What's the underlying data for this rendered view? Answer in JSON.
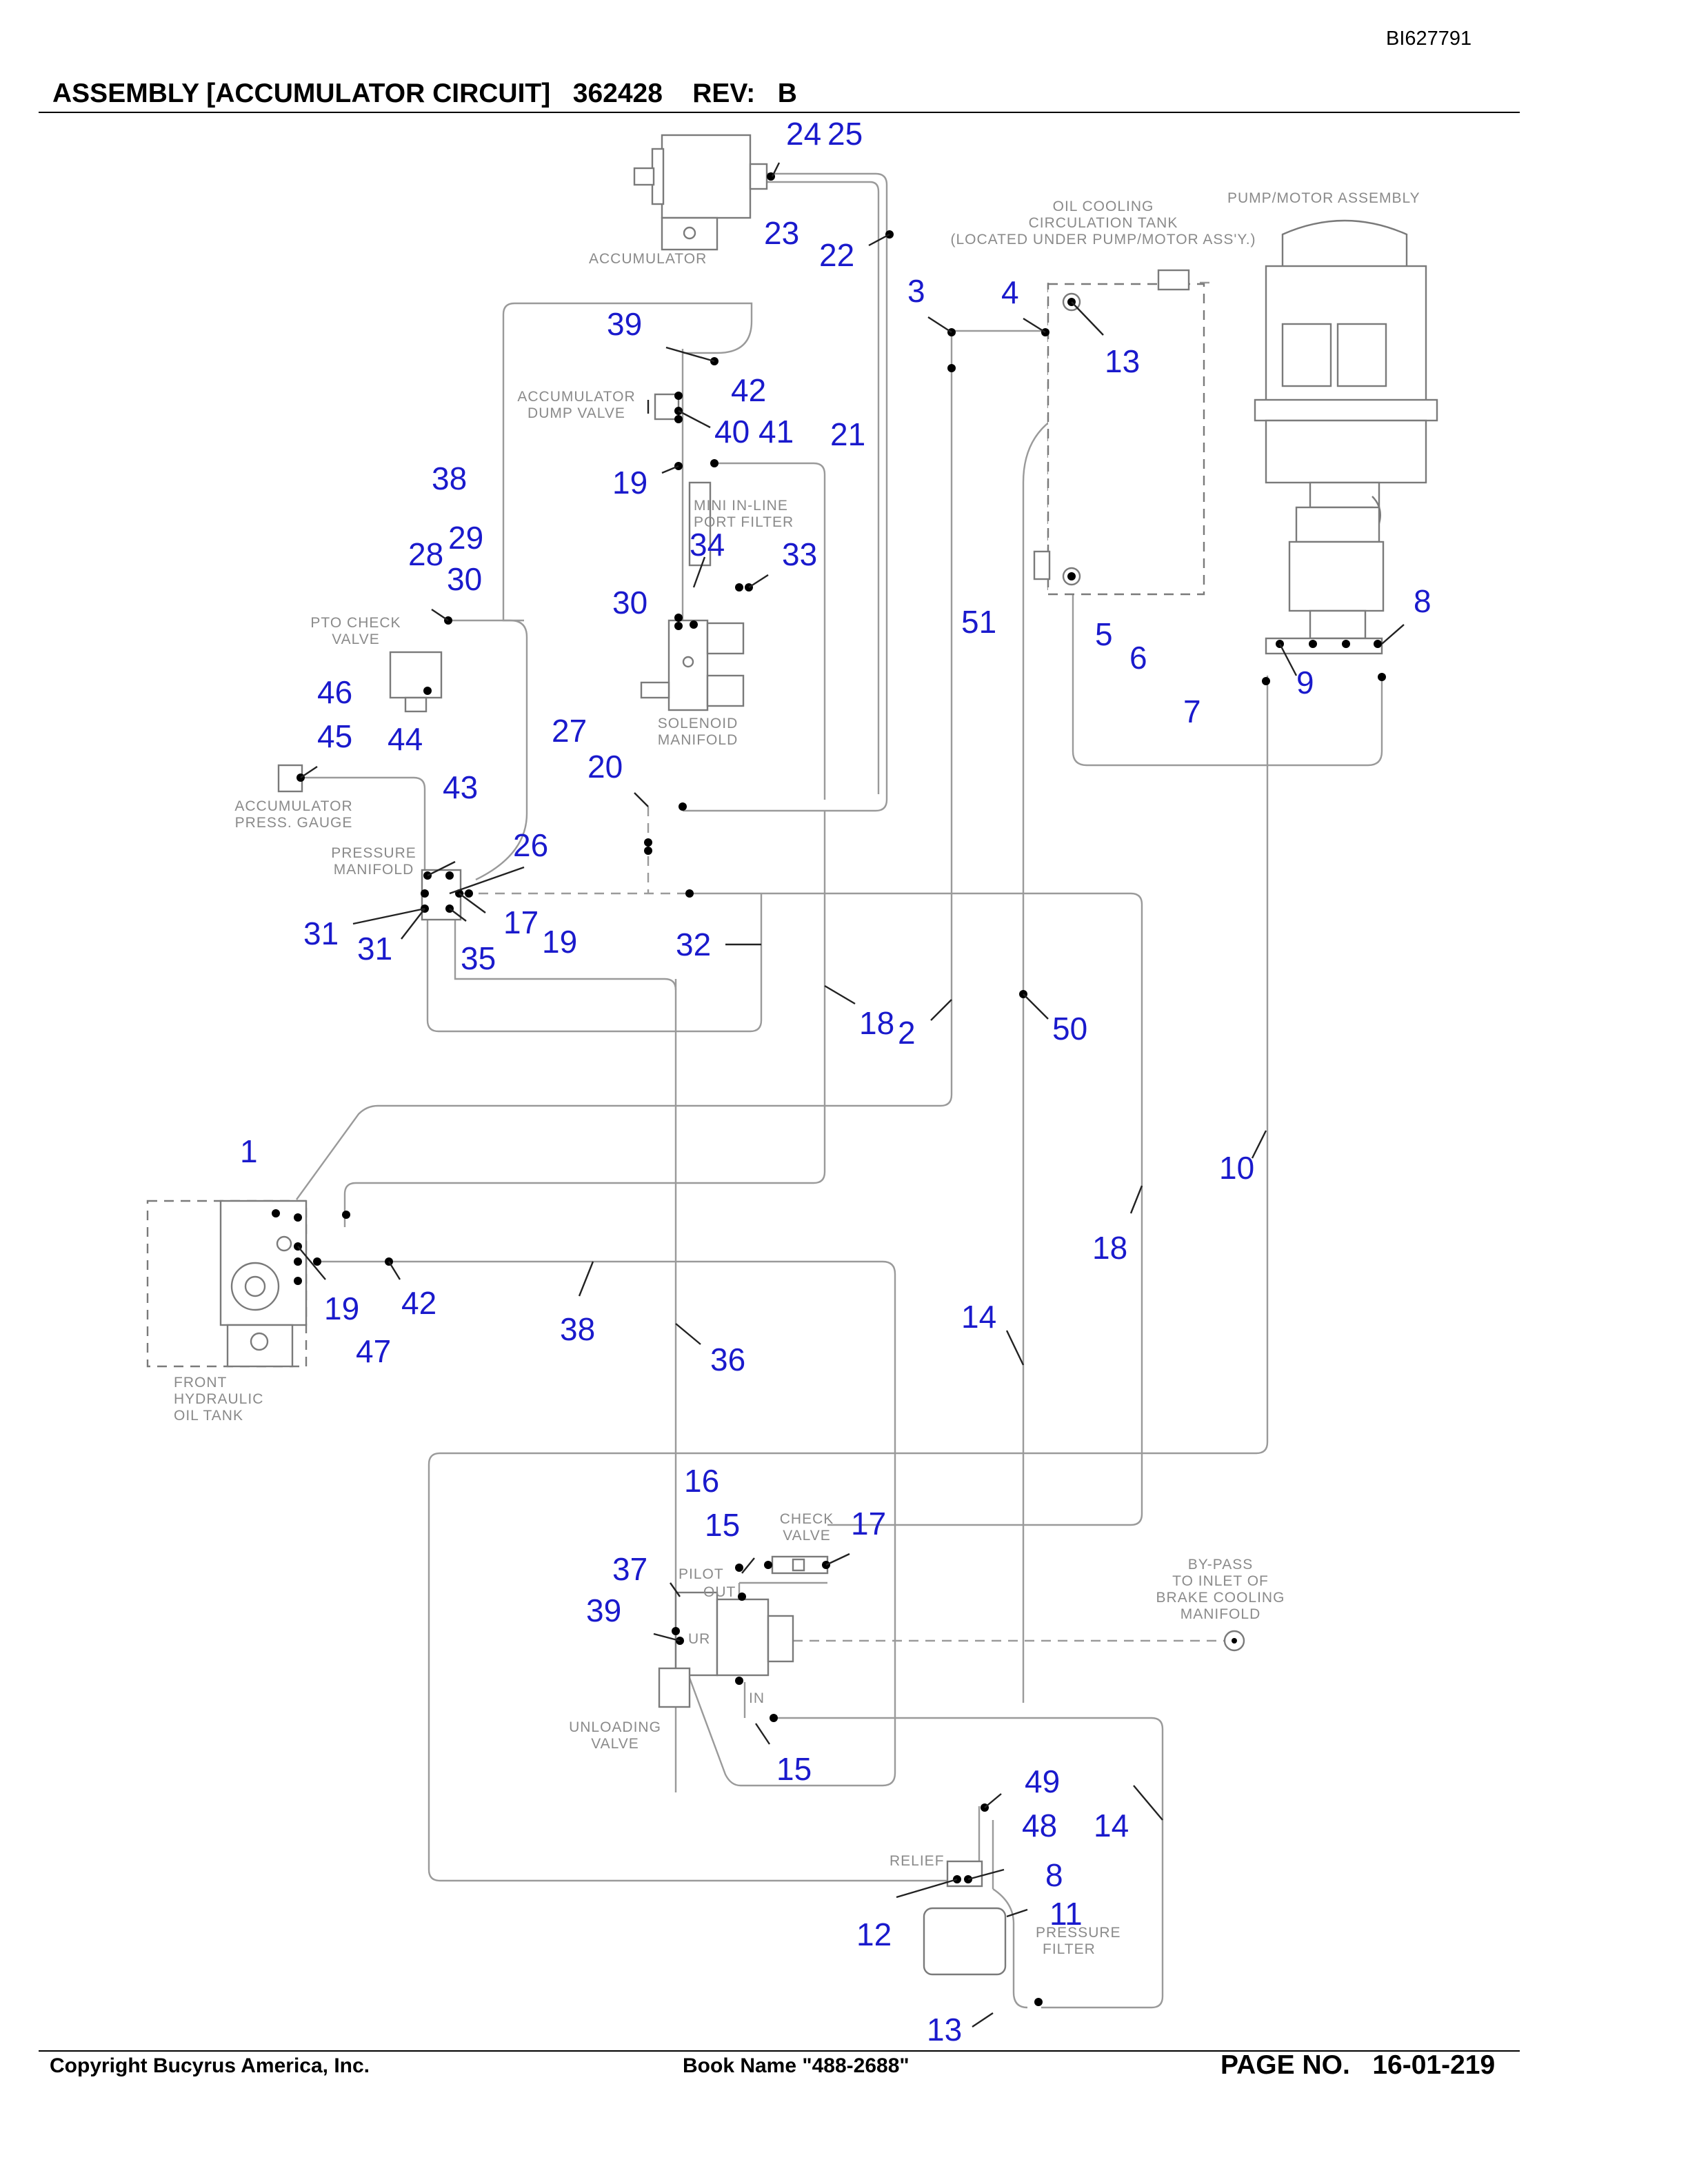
{
  "header": {
    "doc_id": "BI627791",
    "title": "ASSEMBLY [ACCUMULATOR CIRCUIT]",
    "part_number": "362428",
    "rev_label": "REV:",
    "rev_value": "B"
  },
  "footer": {
    "copyright": "Copyright Bucyrus America, Inc.",
    "book_name": "Book Name \"488-2688\"",
    "page_label": "PAGE NO.",
    "page_value": "16-01-219"
  },
  "components": [
    {
      "id": "accumulator",
      "lines": [
        "ACCUMULATOR"
      ]
    },
    {
      "id": "oil-cooling-tank",
      "lines": [
        "OIL COOLING",
        "CIRCULATION TANK",
        "(LOCATED UNDER PUMP/MOTOR ASS'Y.)"
      ]
    },
    {
      "id": "pump-motor",
      "lines": [
        "PUMP/MOTOR ASSEMBLY"
      ]
    },
    {
      "id": "dump-valve",
      "lines": [
        "ACCUMULATOR",
        "DUMP VALVE"
      ]
    },
    {
      "id": "port-filter",
      "lines": [
        "MINI IN-LINE",
        "PORT FILTER"
      ]
    },
    {
      "id": "pto-check",
      "lines": [
        "PTO CHECK",
        "VALVE"
      ]
    },
    {
      "id": "solenoid",
      "lines": [
        "SOLENOID",
        "MANIFOLD"
      ]
    },
    {
      "id": "press-gauge",
      "lines": [
        "ACCUMULATOR",
        "PRESS. GAUGE"
      ]
    },
    {
      "id": "pressure-manifold",
      "lines": [
        "PRESSURE",
        "MANIFOLD"
      ]
    },
    {
      "id": "front-tank",
      "lines": [
        "FRONT",
        "HYDRAULIC",
        "OIL TANK"
      ]
    },
    {
      "id": "check-valve",
      "lines": [
        "CHECK",
        "VALVE"
      ]
    },
    {
      "id": "bypass",
      "lines": [
        "BY-PASS",
        "TO INLET OF",
        "BRAKE COOLING",
        "MANIFOLD"
      ]
    },
    {
      "id": "unloading",
      "lines": [
        "UNLOADING",
        "VALVE"
      ]
    },
    {
      "id": "relief",
      "lines": [
        "RELIEF"
      ]
    },
    {
      "id": "pressure-filter",
      "lines": [
        "PRESSURE",
        "FILTER"
      ]
    }
  ],
  "port_labels": [
    "PILOT",
    "OUT",
    "UR",
    "IN"
  ],
  "callouts": [
    "24",
    "25",
    "23",
    "22",
    "3",
    "4",
    "13",
    "39",
    "42",
    "40",
    "41",
    "21",
    "38",
    "19",
    "34",
    "33",
    "28",
    "29",
    "30",
    "30",
    "51",
    "5",
    "6",
    "8",
    "9",
    "7",
    "46",
    "45",
    "44",
    "27",
    "20",
    "43",
    "26",
    "31",
    "31",
    "35",
    "17",
    "19",
    "32",
    "18",
    "2",
    "50",
    "1",
    "10",
    "19",
    "42",
    "47",
    "38",
    "36",
    "18",
    "14",
    "16",
    "15",
    "17",
    "37",
    "39",
    "15",
    "49",
    "48",
    "14",
    "8",
    "11",
    "12",
    "13"
  ]
}
